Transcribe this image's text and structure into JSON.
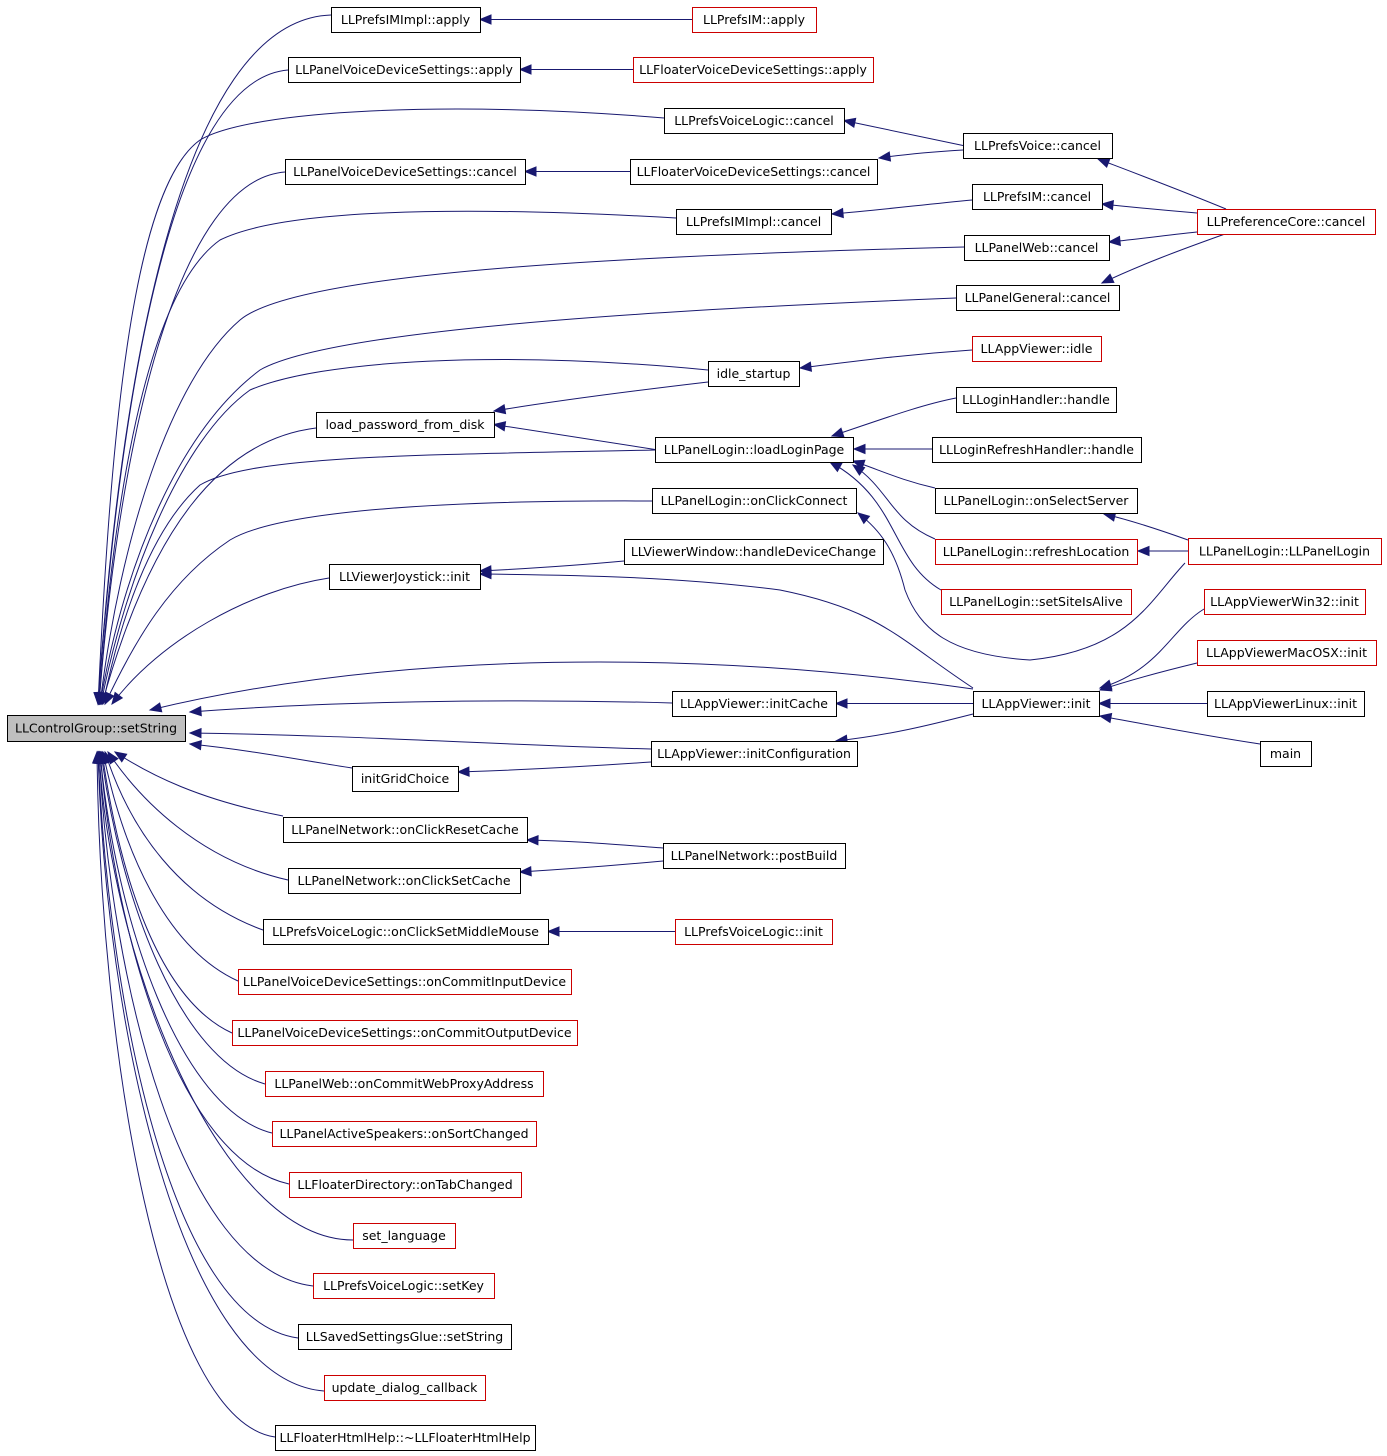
{
  "colors": {
    "edge": "#191970",
    "border_normal": "#000000",
    "border_truncated": "#cc0000",
    "root_fill": "#bfbfbf",
    "node_fill": "#ffffff"
  },
  "graph": {
    "nodes": [
      {
        "id": "n_root",
        "label": "LLControlGroup::setString",
        "style": "root"
      },
      {
        "id": "n_prefsimimpl_apply",
        "label": "LLPrefsIMImpl::apply",
        "style": "normal"
      },
      {
        "id": "n_prefsim_apply",
        "label": "LLPrefsIM::apply",
        "style": "truncated"
      },
      {
        "id": "n_pvds_apply",
        "label": "LLPanelVoiceDeviceSettings::apply",
        "style": "normal"
      },
      {
        "id": "n_fvds_apply",
        "label": "LLFloaterVoiceDeviceSettings::apply",
        "style": "truncated"
      },
      {
        "id": "n_pvl_cancel",
        "label": "LLPrefsVoiceLogic::cancel",
        "style": "normal"
      },
      {
        "id": "n_pv_cancel",
        "label": "LLPrefsVoice::cancel",
        "style": "normal"
      },
      {
        "id": "n_pvds_cancel",
        "label": "LLPanelVoiceDeviceSettings::cancel",
        "style": "normal"
      },
      {
        "id": "n_fvds_cancel",
        "label": "LLFloaterVoiceDeviceSettings::cancel",
        "style": "normal"
      },
      {
        "id": "n_pim_cancel",
        "label": "LLPrefsIM::cancel",
        "style": "normal"
      },
      {
        "id": "n_prefcore_cancel",
        "label": "LLPreferenceCore::cancel",
        "style": "truncated"
      },
      {
        "id": "n_pimimpl_cancel",
        "label": "LLPrefsIMImpl::cancel",
        "style": "normal"
      },
      {
        "id": "n_pweb_cancel",
        "label": "LLPanelWeb::cancel",
        "style": "normal"
      },
      {
        "id": "n_pgen_cancel",
        "label": "LLPanelGeneral::cancel",
        "style": "normal"
      },
      {
        "id": "n_app_idle",
        "label": "LLAppViewer::idle",
        "style": "truncated"
      },
      {
        "id": "n_idle_startup",
        "label": "idle_startup",
        "style": "normal"
      },
      {
        "id": "n_loginhandler",
        "label": "LLLoginHandler::handle",
        "style": "normal"
      },
      {
        "id": "n_load_pw",
        "label": "load_password_from_disk",
        "style": "normal"
      },
      {
        "id": "n_loadloginpage",
        "label": "LLPanelLogin::loadLoginPage",
        "style": "normal"
      },
      {
        "id": "n_loginrefresh",
        "label": "LLLoginRefreshHandler::handle",
        "style": "normal"
      },
      {
        "id": "n_onclickconnect",
        "label": "LLPanelLogin::onClickConnect",
        "style": "normal"
      },
      {
        "id": "n_onselectserver",
        "label": "LLPanelLogin::onSelectServer",
        "style": "normal"
      },
      {
        "id": "n_handledevice",
        "label": "LLViewerWindow::handleDeviceChange",
        "style": "normal"
      },
      {
        "id": "n_refreshloc",
        "label": "LLPanelLogin::refreshLocation",
        "style": "truncated"
      },
      {
        "id": "n_panellogin_ctor",
        "label": "LLPanelLogin::LLPanelLogin",
        "style": "truncated"
      },
      {
        "id": "n_joystick_init",
        "label": "LLViewerJoystick::init",
        "style": "normal"
      },
      {
        "id": "n_sitealive",
        "label": "LLPanelLogin::setSiteIsAlive",
        "style": "truncated"
      },
      {
        "id": "n_win32_init",
        "label": "LLAppViewerWin32::init",
        "style": "truncated"
      },
      {
        "id": "n_mac_init",
        "label": "LLAppViewerMacOSX::init",
        "style": "truncated"
      },
      {
        "id": "n_initcache",
        "label": "LLAppViewer::initCache",
        "style": "normal"
      },
      {
        "id": "n_app_init",
        "label": "LLAppViewer::init",
        "style": "normal"
      },
      {
        "id": "n_linux_init",
        "label": "LLAppViewerLinux::init",
        "style": "normal"
      },
      {
        "id": "n_initconfig",
        "label": "LLAppViewer::initConfiguration",
        "style": "normal"
      },
      {
        "id": "n_main",
        "label": "main",
        "style": "normal"
      },
      {
        "id": "n_initgrid",
        "label": "initGridChoice",
        "style": "normal"
      },
      {
        "id": "n_resetcache",
        "label": "LLPanelNetwork::onClickResetCache",
        "style": "normal"
      },
      {
        "id": "n_postbuild",
        "label": "LLPanelNetwork::postBuild",
        "style": "normal"
      },
      {
        "id": "n_setcache",
        "label": "LLPanelNetwork::onClickSetCache",
        "style": "normal"
      },
      {
        "id": "n_middlemouse",
        "label": "LLPrefsVoiceLogic::onClickSetMiddleMouse",
        "style": "normal"
      },
      {
        "id": "n_pvl_init",
        "label": "LLPrefsVoiceLogic::init",
        "style": "truncated"
      },
      {
        "id": "n_commitinput",
        "label": "LLPanelVoiceDeviceSettings::onCommitInputDevice",
        "style": "truncated"
      },
      {
        "id": "n_commitoutput",
        "label": "LLPanelVoiceDeviceSettings::onCommitOutputDevice",
        "style": "truncated"
      },
      {
        "id": "n_webproxy",
        "label": "LLPanelWeb::onCommitWebProxyAddress",
        "style": "truncated"
      },
      {
        "id": "n_activespeakers",
        "label": "LLPanelActiveSpeakers::onSortChanged",
        "style": "truncated"
      },
      {
        "id": "n_dirtab",
        "label": "LLFloaterDirectory::onTabChanged",
        "style": "truncated"
      },
      {
        "id": "n_setlang",
        "label": "set_language",
        "style": "truncated"
      },
      {
        "id": "n_setkey",
        "label": "LLPrefsVoiceLogic::setKey",
        "style": "truncated"
      },
      {
        "id": "n_glue",
        "label": "LLSavedSettingsGlue::setString",
        "style": "normal"
      },
      {
        "id": "n_dialogcb",
        "label": "update_dialog_callback",
        "style": "truncated"
      },
      {
        "id": "n_htmlhelp",
        "label": "LLFloaterHtmlHelp::~LLFloaterHtmlHelp",
        "style": "normal"
      }
    ],
    "edges": [
      [
        "n_prefsimimpl_apply",
        "n_root"
      ],
      [
        "n_pvds_apply",
        "n_root"
      ],
      [
        "n_pvl_cancel",
        "n_root"
      ],
      [
        "n_pvds_cancel",
        "n_root"
      ],
      [
        "n_pimimpl_cancel",
        "n_root"
      ],
      [
        "n_pweb_cancel",
        "n_root"
      ],
      [
        "n_pgen_cancel",
        "n_root"
      ],
      [
        "n_idle_startup",
        "n_root"
      ],
      [
        "n_load_pw",
        "n_root"
      ],
      [
        "n_loadloginpage",
        "n_root"
      ],
      [
        "n_onclickconnect",
        "n_root"
      ],
      [
        "n_joystick_init",
        "n_root"
      ],
      [
        "n_app_init",
        "n_root"
      ],
      [
        "n_initcache",
        "n_root"
      ],
      [
        "n_initconfig",
        "n_root"
      ],
      [
        "n_initgrid",
        "n_root"
      ],
      [
        "n_resetcache",
        "n_root"
      ],
      [
        "n_setcache",
        "n_root"
      ],
      [
        "n_middlemouse",
        "n_root"
      ],
      [
        "n_commitinput",
        "n_root"
      ],
      [
        "n_commitoutput",
        "n_root"
      ],
      [
        "n_webproxy",
        "n_root"
      ],
      [
        "n_activespeakers",
        "n_root"
      ],
      [
        "n_dirtab",
        "n_root"
      ],
      [
        "n_setlang",
        "n_root"
      ],
      [
        "n_setkey",
        "n_root"
      ],
      [
        "n_glue",
        "n_root"
      ],
      [
        "n_dialogcb",
        "n_root"
      ],
      [
        "n_htmlhelp",
        "n_root"
      ],
      [
        "n_prefsim_apply",
        "n_prefsimimpl_apply"
      ],
      [
        "n_fvds_apply",
        "n_pvds_apply"
      ],
      [
        "n_pv_cancel",
        "n_pvl_cancel"
      ],
      [
        "n_fvds_cancel",
        "n_pvds_cancel"
      ],
      [
        "n_pv_cancel",
        "n_fvds_cancel"
      ],
      [
        "n_prefcore_cancel",
        "n_pv_cancel"
      ],
      [
        "n_pim_cancel",
        "n_pimimpl_cancel"
      ],
      [
        "n_prefcore_cancel",
        "n_pim_cancel"
      ],
      [
        "n_prefcore_cancel",
        "n_pweb_cancel"
      ],
      [
        "n_prefcore_cancel",
        "n_pgen_cancel"
      ],
      [
        "n_app_idle",
        "n_idle_startup"
      ],
      [
        "n_idle_startup",
        "n_load_pw"
      ],
      [
        "n_loadloginpage",
        "n_load_pw"
      ],
      [
        "n_loginhandler",
        "n_loadloginpage"
      ],
      [
        "n_loginrefresh",
        "n_loadloginpage"
      ],
      [
        "n_onselectserver",
        "n_loadloginpage"
      ],
      [
        "n_refreshloc",
        "n_loadloginpage"
      ],
      [
        "n_sitealive",
        "n_loadloginpage"
      ],
      [
        "n_panellogin_ctor",
        "n_onselectserver"
      ],
      [
        "n_panellogin_ctor",
        "n_refreshloc"
      ],
      [
        "n_app_init",
        "n_onclickconnect"
      ],
      [
        "n_handledevice",
        "n_joystick_init"
      ],
      [
        "n_app_init",
        "n_joystick_init"
      ],
      [
        "n_app_init",
        "n_initcache"
      ],
      [
        "n_app_init",
        "n_initconfig"
      ],
      [
        "n_initconfig",
        "n_initgrid"
      ],
      [
        "n_postbuild",
        "n_resetcache"
      ],
      [
        "n_postbuild",
        "n_setcache"
      ],
      [
        "n_pvl_init",
        "n_middlemouse"
      ],
      [
        "n_win32_init",
        "n_app_init"
      ],
      [
        "n_mac_init",
        "n_app_init"
      ],
      [
        "n_linux_init",
        "n_app_init"
      ],
      [
        "n_main",
        "n_app_init"
      ]
    ]
  }
}
